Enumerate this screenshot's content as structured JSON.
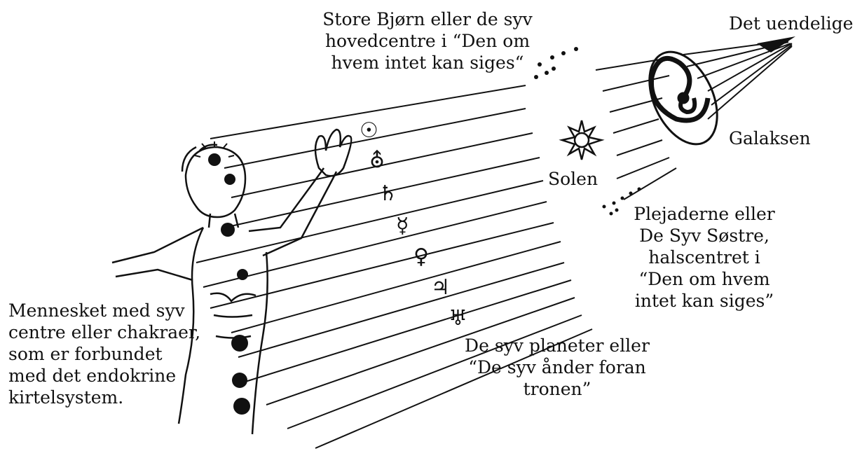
{
  "labels": {
    "big_dipper": "Store Bjørn eller de syv\nhovedcentre i “Den om\nhvem intet kan siges“",
    "infinite": "Det uendelige",
    "galaxy": "Galaksen",
    "sun": "Solen",
    "pleiades": "Plejaderne eller\nDe Syv Søstre,\nhalscentret i\n“Den om hvem\nintet kan siges”",
    "planets": "De syv planeter eller\n“De syv ånder foran\ntronen”",
    "man": "Mennesket med syv\ncentre eller chakraer,\nsom er forbundet\nmed det endokrine\nkirtelsystem."
  },
  "planet_symbols": [
    {
      "name": "sun-symbol",
      "glyph": "☉"
    },
    {
      "name": "vulcan-symbol",
      "glyph": "⛢"
    },
    {
      "name": "saturn-symbol",
      "glyph": "♄"
    },
    {
      "name": "mercury-symbol",
      "glyph": "☿"
    },
    {
      "name": "venus-symbol",
      "glyph": "♀"
    },
    {
      "name": "jupiter-symbol",
      "glyph": "♃"
    },
    {
      "name": "uranus-symbol",
      "glyph": "♅"
    }
  ],
  "colors": {
    "ink": "#111111",
    "background": "#ffffff"
  }
}
